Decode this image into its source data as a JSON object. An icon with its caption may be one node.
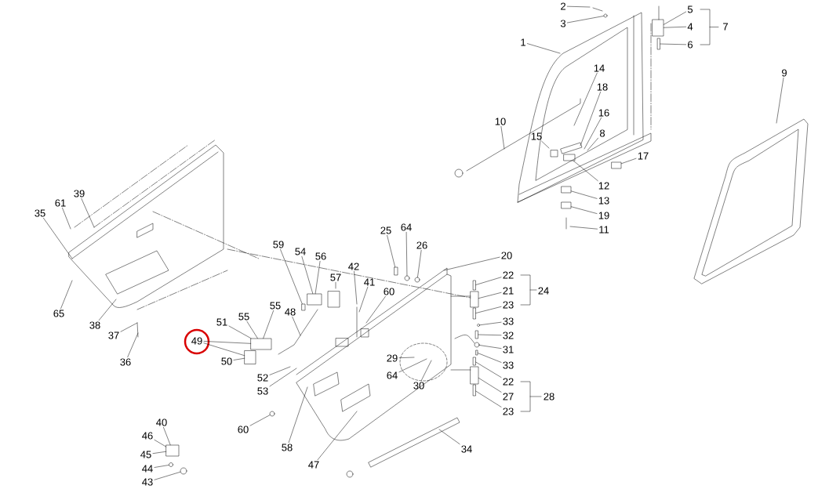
{
  "diagram": {
    "nodes": [
      {
        "text": [
          "2"
        ]
      },
      {
        "text": [
          "5"
        ]
      },
      {
        "text": [
          "3"
        ]
      },
      {
        "text": [
          "4"
        ]
      },
      {
        "text": [
          "1"
        ]
      },
      {
        "text": [
          "6"
        ]
      },
      {
        "text": [
          "14"
        ]
      },
      {
        "text": [
          "9"
        ]
      },
      {
        "text": [
          "18"
        ]
      },
      {
        "text": [
          "16"
        ]
      },
      {
        "text": [
          "10"
        ]
      },
      {
        "text": [
          "8"
        ]
      },
      {
        "text": [
          "15"
        ]
      },
      {
        "text": [
          "17"
        ]
      },
      {
        "text": [
          "12"
        ]
      },
      {
        "text": [
          "39"
        ]
      },
      {
        "text": [
          "13"
        ]
      },
      {
        "text": [
          "61"
        ]
      },
      {
        "text": [
          "35"
        ]
      },
      {
        "text": [
          "19"
        ]
      },
      {
        "text": [
          "64"
        ]
      },
      {
        "text": [
          "25"
        ]
      },
      {
        "text": [
          "11"
        ]
      },
      {
        "text": [
          "59"
        ]
      },
      {
        "text": [
          "26"
        ]
      },
      {
        "text": [
          "54"
        ]
      },
      {
        "text": [
          "20"
        ]
      },
      {
        "text": [
          "56"
        ]
      },
      {
        "text": [
          "42"
        ]
      },
      {
        "text": [
          "22"
        ]
      },
      {
        "text": [
          "57"
        ]
      },
      {
        "text": [
          "41"
        ]
      },
      {
        "text": [
          "21"
        ]
      },
      {
        "text": [
          "60"
        ]
      },
      {
        "text": [
          "55"
        ]
      },
      {
        "text": [
          "23"
        ]
      },
      {
        "text": [
          "48"
        ]
      },
      {
        "text": [
          "65"
        ]
      },
      {
        "text": [
          "55"
        ]
      },
      {
        "text": [
          "33"
        ]
      },
      {
        "text": [
          "51"
        ]
      },
      {
        "text": [
          "38"
        ]
      },
      {
        "text": [
          "32"
        ]
      },
      {
        "text": [
          "37"
        ]
      },
      {
        "text": [
          "49"
        ]
      },
      {
        "text": [
          "31"
        ]
      },
      {
        "text": [
          "29"
        ]
      },
      {
        "text": [
          "50"
        ]
      },
      {
        "text": [
          "36"
        ]
      },
      {
        "text": [
          "33"
        ]
      },
      {
        "text": [
          "64"
        ]
      },
      {
        "text": [
          "52"
        ]
      },
      {
        "text": [
          "22"
        ]
      },
      {
        "text": [
          "30"
        ]
      },
      {
        "text": [
          "53"
        ]
      },
      {
        "text": [
          "27"
        ]
      },
      {
        "text": [
          "23"
        ]
      },
      {
        "text": [
          "40"
        ]
      },
      {
        "text": [
          "60"
        ]
      },
      {
        "text": [
          "46"
        ]
      },
      {
        "text": [
          "58"
        ]
      },
      {
        "text": [
          "34"
        ]
      },
      {
        "text": [
          "45"
        ]
      },
      {
        "text": [
          "47"
        ]
      },
      {
        "text": [
          "44"
        ]
      },
      {
        "text": [
          "43"
        ]
      },
      {
        "text": [],
        "shape": "box"
      },
      {
        "text": [],
        "shape": "box"
      },
      {
        "text": [],
        "shape": "circle"
      },
      {
        "text": [],
        "shape": "bar"
      },
      {
        "text": [],
        "shape": "bar"
      },
      {
        "text": [],
        "shape": "box"
      },
      {
        "text": [],
        "shape": "box"
      },
      {
        "text": [],
        "shape": "box"
      },
      {
        "text": [],
        "shape": "circle"
      },
      {
        "text": [],
        "shape": "box"
      },
      {
        "text": [],
        "shape": "circle"
      },
      {
        "text": [],
        "shape": "circle"
      },
      {
        "text": [],
        "shape": "box"
      },
      {
        "text": [],
        "shape": "circle"
      },
      {
        "text": [],
        "shape": "box"
      },
      {
        "text": [],
        "shape": "box"
      },
      {
        "text": [],
        "shape": "circle"
      },
      {
        "text": [],
        "shape": "box"
      },
      {
        "text": [],
        "shape": "bar"
      },
      {
        "text": [],
        "shape": "bar"
      },
      {
        "text": [],
        "shape": "box"
      },
      {
        "text": [],
        "shape": "bar"
      },
      {
        "text": [],
        "shape": "bar"
      },
      {
        "text": [],
        "shape": "bar"
      },
      {
        "text": [],
        "shape": "circle"
      },
      {
        "text": [],
        "shape": "bar"
      },
      {
        "text": [],
        "shape": "bar"
      },
      {
        "text": [],
        "shape": "circle"
      }
    ],
    "edges": [
      {
        "from": 0,
        "to": null,
        "arrow": "none"
      },
      {
        "from": 1,
        "to": 78,
        "arrow": "none"
      },
      {
        "from": 2,
        "to": 79,
        "arrow": "none"
      },
      {
        "from": 3,
        "to": 78,
        "arrow": "none"
      },
      {
        "from": 4,
        "to": null,
        "arrow": "none"
      },
      {
        "from": 5,
        "to": 89,
        "arrow": "none"
      },
      {
        "from": 6,
        "to": null,
        "arrow": "none"
      },
      {
        "from": 7,
        "to": null,
        "arrow": "none"
      },
      {
        "from": 8,
        "to": null,
        "arrow": "none"
      },
      {
        "from": 9,
        "to": null,
        "arrow": "none"
      },
      {
        "from": 10,
        "to": null,
        "arrow": "none"
      },
      {
        "from": 11,
        "to": null,
        "arrow": "none"
      },
      {
        "from": 12,
        "to": null,
        "arrow": "none"
      },
      {
        "from": 13,
        "to": 66,
        "arrow": "none"
      },
      {
        "from": 14,
        "to": 67,
        "arrow": "none"
      },
      {
        "from": 15,
        "to": null,
        "arrow": "none"
      },
      {
        "from": 16,
        "to": 80,
        "arrow": "none"
      },
      {
        "from": 17,
        "to": null,
        "arrow": "none"
      },
      {
        "from": 18,
        "to": null,
        "arrow": "none"
      },
      {
        "from": 19,
        "to": 81,
        "arrow": "none"
      },
      {
        "from": 20,
        "to": 68,
        "arrow": "none"
      },
      {
        "from": 21,
        "to": 69,
        "arrow": "none"
      },
      {
        "from": 22,
        "to": null,
        "arrow": "none"
      },
      {
        "from": 23,
        "to": 70,
        "arrow": "none"
      },
      {
        "from": 24,
        "to": 82,
        "arrow": "none"
      },
      {
        "from": 25,
        "to": 71,
        "arrow": "none"
      },
      {
        "from": 26,
        "to": null,
        "arrow": "none"
      },
      {
        "from": 27,
        "to": 71,
        "arrow": "none"
      },
      {
        "from": 28,
        "to": null,
        "arrow": "none"
      },
      {
        "from": 29,
        "to": 84,
        "arrow": "none"
      },
      {
        "from": 30,
        "to": null,
        "arrow": "none"
      },
      {
        "from": 31,
        "to": null,
        "arrow": "none"
      },
      {
        "from": 32,
        "to": 83,
        "arrow": "none"
      },
      {
        "from": 33,
        "to": null,
        "arrow": "none"
      },
      {
        "from": 34,
        "to": 72,
        "arrow": "none"
      },
      {
        "from": 35,
        "to": 85,
        "arrow": "none"
      },
      {
        "from": 36,
        "to": null,
        "arrow": "none"
      },
      {
        "from": 37,
        "to": null,
        "arrow": "none"
      },
      {
        "from": 38,
        "to": 72,
        "arrow": "none"
      },
      {
        "from": 39,
        "to": 93,
        "arrow": "none"
      },
      {
        "from": 40,
        "to": 72,
        "arrow": "none"
      },
      {
        "from": 41,
        "to": null,
        "arrow": "none"
      },
      {
        "from": 42,
        "to": 92,
        "arrow": "none"
      },
      {
        "from": 43,
        "to": null,
        "arrow": "none"
      },
      {
        "from": 44,
        "to": 72,
        "arrow": "none"
      },
      {
        "from": 44,
        "to": 73,
        "arrow": "none"
      },
      {
        "from": 45,
        "to": 90,
        "arrow": "none"
      },
      {
        "from": 46,
        "to": null,
        "arrow": "none"
      },
      {
        "from": 47,
        "to": 73,
        "arrow": "none"
      },
      {
        "from": 48,
        "to": null,
        "arrow": "none"
      },
      {
        "from": 49,
        "to": 91,
        "arrow": "none"
      },
      {
        "from": 50,
        "to": null,
        "arrow": "none"
      },
      {
        "from": 51,
        "to": null,
        "arrow": "none"
      },
      {
        "from": 52,
        "to": 87,
        "arrow": "none"
      },
      {
        "from": 53,
        "to": null,
        "arrow": "none"
      },
      {
        "from": 54,
        "to": null,
        "arrow": "none"
      },
      {
        "from": 55,
        "to": 86,
        "arrow": "none"
      },
      {
        "from": 56,
        "to": 88,
        "arrow": "none"
      },
      {
        "from": 57,
        "to": 75,
        "arrow": "none"
      },
      {
        "from": 58,
        "to": 74,
        "arrow": "none"
      },
      {
        "from": 59,
        "to": 75,
        "arrow": "none"
      },
      {
        "from": 60,
        "to": null,
        "arrow": "none"
      },
      {
        "from": 61,
        "to": null,
        "arrow": "none"
      },
      {
        "from": 62,
        "to": 75,
        "arrow": "none"
      },
      {
        "from": 63,
        "to": null,
        "arrow": "none"
      },
      {
        "from": 64,
        "to": 76,
        "arrow": "none"
      },
      {
        "from": 65,
        "to": 77,
        "arrow": "none"
      }
    ],
    "labels": [
      "7",
      "24",
      "28"
    ]
  }
}
